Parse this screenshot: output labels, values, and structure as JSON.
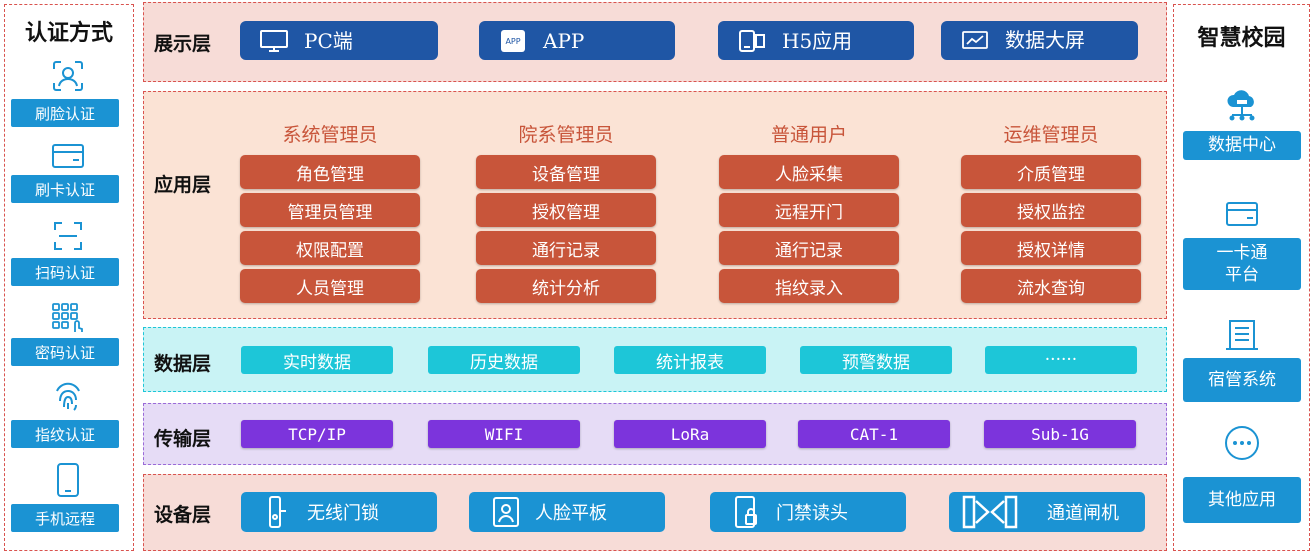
{
  "auth": {
    "title": "认证方式",
    "items": [
      {
        "label": "刷脸认证",
        "icon": "face-icon"
      },
      {
        "label": "刷卡认证",
        "icon": "card-icon"
      },
      {
        "label": "扫码认证",
        "icon": "scan-icon"
      },
      {
        "label": "密码认证",
        "icon": "keypad-icon"
      },
      {
        "label": "指纹认证",
        "icon": "fingerprint-icon"
      },
      {
        "label": "手机远程",
        "icon": "phone-icon"
      }
    ]
  },
  "layers": {
    "display": {
      "label": "展示层",
      "items": [
        {
          "label": "PC端",
          "icon": "monitor-icon"
        },
        {
          "label": "APP",
          "icon": "app-icon"
        },
        {
          "label": "H5应用",
          "icon": "h5-icon"
        },
        {
          "label": "数据大屏",
          "icon": "dashboard-icon"
        }
      ]
    },
    "application": {
      "label": "应用层",
      "groups": [
        {
          "title": "系统管理员",
          "items": [
            "角色管理",
            "管理员管理",
            "权限配置",
            "人员管理"
          ]
        },
        {
          "title": "院系管理员",
          "items": [
            "设备管理",
            "授权管理",
            "通行记录",
            "统计分析"
          ]
        },
        {
          "title": "普通用户",
          "items": [
            "人脸采集",
            "远程开门",
            "通行记录",
            "指纹录入"
          ]
        },
        {
          "title": "运维管理员",
          "items": [
            "介质管理",
            "授权监控",
            "授权详情",
            "流水查询"
          ]
        }
      ]
    },
    "data": {
      "label": "数据层",
      "items": [
        "实时数据",
        "历史数据",
        "统计报表",
        "预警数据",
        "······"
      ]
    },
    "transport": {
      "label": "传输层",
      "items": [
        "TCP/IP",
        "WIFI",
        "LoRa",
        "CAT-1",
        "Sub-1G"
      ]
    },
    "device": {
      "label": "设备层",
      "items": [
        {
          "label": "无线门锁",
          "icon": "lock-icon"
        },
        {
          "label": "人脸平板",
          "icon": "face-tablet-icon"
        },
        {
          "label": "门禁读头",
          "icon": "reader-icon"
        },
        {
          "label": "通道闸机",
          "icon": "gate-icon"
        }
      ]
    }
  },
  "campus": {
    "title": "智慧校园",
    "items": [
      {
        "label": "数据中心",
        "icon": "data-center-icon"
      },
      {
        "label": "一卡通\n平台",
        "icon": "card-icon"
      },
      {
        "label": "宿管系统",
        "icon": "building-icon"
      },
      {
        "label": "其他应用",
        "icon": "more-icon"
      }
    ]
  },
  "colors": {
    "blue": "#1b93d3",
    "navy": "#1f56a5",
    "orange": "#c8553a",
    "cyan": "#1dc6d8",
    "purple": "#7c34dc"
  }
}
